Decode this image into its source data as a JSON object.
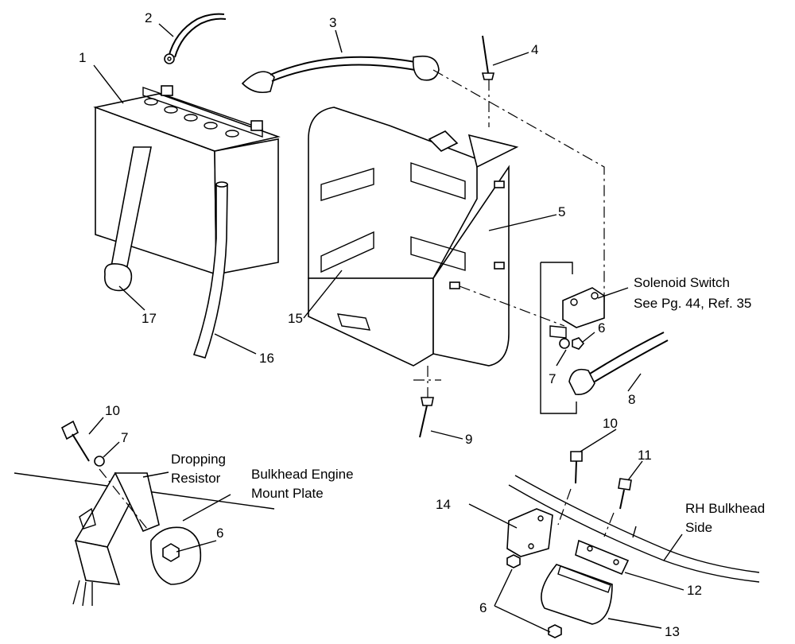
{
  "callouts": {
    "n1": "1",
    "n2": "2",
    "n3": "3",
    "n4": "4",
    "n5": "5",
    "n6a": "6",
    "n6b": "6",
    "n6c": "6",
    "n7a": "7",
    "n7b": "7",
    "n8": "8",
    "n9": "9",
    "n10a": "10",
    "n10b": "10",
    "n11": "11",
    "n12": "12",
    "n13": "13",
    "n14": "14",
    "n15": "15",
    "n16": "16",
    "n17": "17"
  },
  "labels": {
    "solenoid_line1": "Solenoid Switch",
    "solenoid_line2": "See Pg. 44, Ref. 35",
    "dropping_line1": "Dropping",
    "dropping_line2": "Resistor",
    "bulkhead_line1": "Bulkhead Engine",
    "bulkhead_line2": "Mount Plate",
    "rh_line1": "RH Bulkhead",
    "rh_line2": "Side"
  }
}
